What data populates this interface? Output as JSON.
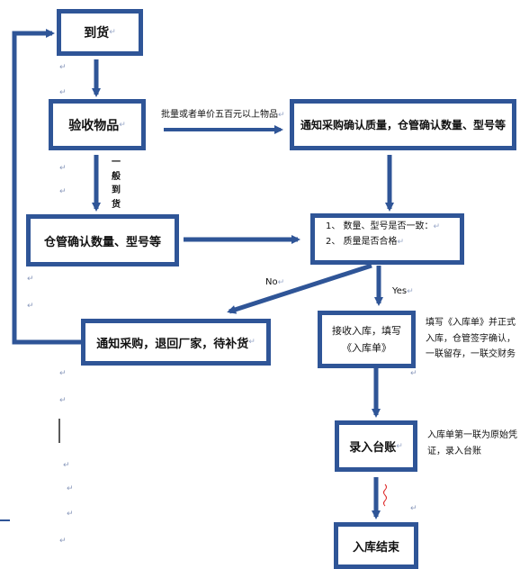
{
  "colors": {
    "box_border": "#2f5597",
    "arrow": "#2f5597"
  },
  "nodes": {
    "arrival": "到货",
    "inspect": "验收物品",
    "notify_purchasing_quality": "通知采购确认质量，仓管确认数量、型号等",
    "warehouse_confirm": "仓管确认数量、型号等",
    "check_1": "1、 数量、型号是否一致：",
    "check_2": "2、 质量是否合格",
    "return_goods": "通知采购，退回厂家，待补货",
    "receive_line1": "接收入库，填写",
    "receive_line2": "《入库单》",
    "ledger": "录入台账",
    "end": "入库结束"
  },
  "labels": {
    "bulk": "批量或者单价五百元以上物品",
    "general": [
      "一",
      "般",
      "到",
      "货"
    ],
    "no": "No",
    "yes": "Yes"
  },
  "notes": {
    "receipt": [
      "填写《入库单》并正式",
      "入库，仓管签字确认，",
      "一联留存，一联交财务"
    ],
    "ledger": [
      "入库单第一联为原始凭",
      "证，录入台账"
    ]
  },
  "marks": {
    "paragraph": "↵"
  }
}
